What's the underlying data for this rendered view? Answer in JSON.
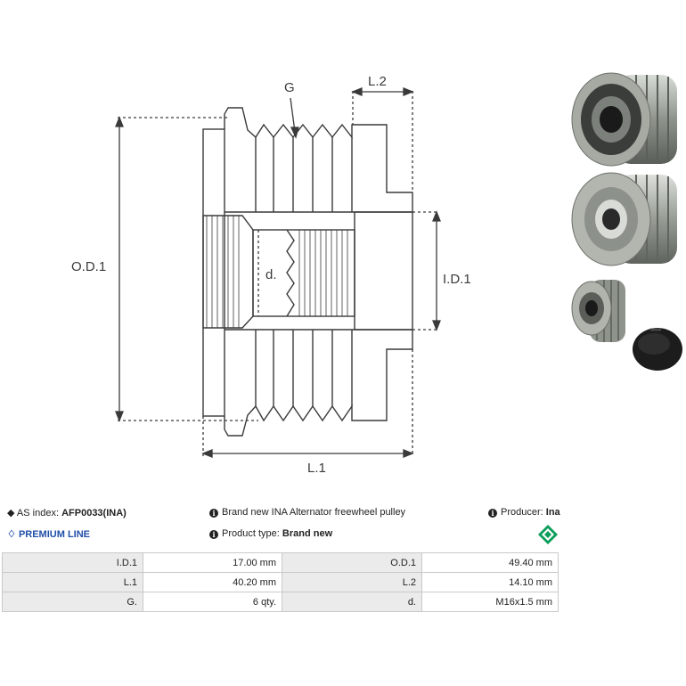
{
  "diagram_labels": {
    "groove": "G",
    "length2": "L.2",
    "outer_diameter": "O.D.1",
    "thread": "d.",
    "inner_diameter": "I.D.1",
    "length1": "L.1"
  },
  "info": {
    "as_index_label": "AS index:",
    "as_index_value": "AFP0033(INA)",
    "premium_line": "PREMIUM LINE",
    "description": "Brand new INA Alternator freewheel pulley",
    "product_type_label": "Product type:",
    "product_type_value": "Brand new",
    "producer_label": "Producer:",
    "producer_value": "Ina"
  },
  "specs": [
    {
      "label_a": "I.D.1",
      "value_a": "17.00 mm",
      "label_b": "O.D.1",
      "value_b": "49.40 mm"
    },
    {
      "label_a": "L.1",
      "value_a": "40.20 mm",
      "label_b": "L.2",
      "value_b": "14.10 mm"
    },
    {
      "label_a": "G.",
      "value_a": "6 qty.",
      "label_b": "d.",
      "value_b": "M16x1.5 mm"
    }
  ],
  "colors": {
    "line": "#3a3a3a",
    "premium_blue": "#1f4fa8",
    "ina_green": "#0b9e5a",
    "label_bg": "#ebebeb"
  }
}
